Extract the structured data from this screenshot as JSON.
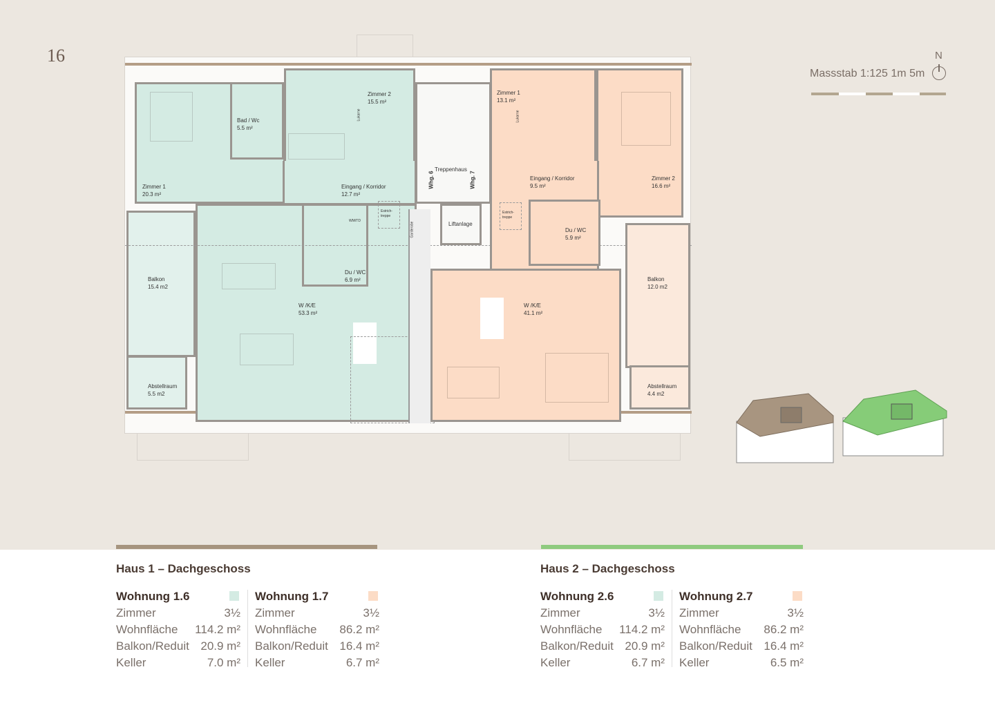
{
  "page_number": "16",
  "north_label": "N",
  "scale_label": "Massstab 1:125 1m 5m",
  "colors": {
    "wohnung_a": "#d4ebe3",
    "wohnung_b": "#fcdcc6",
    "haus1": "#a6957f",
    "haus2": "#8fcb7f"
  },
  "floor_plan": {
    "rooms": [
      {
        "name": "Zimmer 1",
        "area": "20.3 m²"
      },
      {
        "name": "Bad / Wc",
        "area": "5.5 m²"
      },
      {
        "name": "Zimmer 2",
        "area": "15.5 m²"
      },
      {
        "name": "Eingang / Korridor",
        "area": "12.7 m²"
      },
      {
        "name": "Balkon",
        "area": "15.4 m2"
      },
      {
        "name": "Du / WC",
        "area": "6.9 m²"
      },
      {
        "name": "W /K/E",
        "area": "53.3 m²"
      },
      {
        "name": "Abstellraum",
        "area": "5.5 m2"
      },
      {
        "name": "Zimmer 1",
        "area": "13.1 m²"
      },
      {
        "name": "Eingang / Korridor",
        "area": "9.5 m²"
      },
      {
        "name": "Zimmer 2",
        "area": "16.6 m²"
      },
      {
        "name": "Du / WC",
        "area": "5.9 m²"
      },
      {
        "name": "W /K/E",
        "area": "41.1 m²"
      },
      {
        "name": "Balkon",
        "area": "12.0 m2"
      },
      {
        "name": "Abstellraum",
        "area": "4.4 m2"
      }
    ],
    "stair": "Treppenhaus",
    "whg_left": "Whg. 6",
    "whg_right": "Whg. 7",
    "lift": "Liftanlage",
    "estrich": "Estrich-treppe",
    "wmtd": "WM/TD",
    "lukarne": "Lukarne",
    "garderobe": "Garderobe"
  },
  "houses": [
    {
      "title": "Haus 1 – Dachgeschoss",
      "units": [
        {
          "name": "Wohnung 1.6",
          "zimmer": "3½",
          "wohnflaeche": "114.2 m²",
          "balkon": "20.9 m²",
          "keller": "7.0 m²"
        },
        {
          "name": "Wohnung 1.7",
          "zimmer": "3½",
          "wohnflaeche": "86.2 m²",
          "balkon": "16.4 m²",
          "keller": "6.7 m²"
        }
      ]
    },
    {
      "title": "Haus 2 – Dachgeschoss",
      "units": [
        {
          "name": "Wohnung 2.6",
          "zimmer": "3½",
          "wohnflaeche": "114.2 m²",
          "balkon": "20.9 m²",
          "keller": "6.7 m²"
        },
        {
          "name": "Wohnung 2.7",
          "zimmer": "3½",
          "wohnflaeche": "86.2 m²",
          "balkon": "16.4 m²",
          "keller": "6.5 m²"
        }
      ]
    }
  ],
  "row_labels": {
    "zimmer": "Zimmer",
    "wohnflaeche": "Wohnfläche",
    "balkon": "Balkon/Reduit",
    "keller": "Keller"
  }
}
